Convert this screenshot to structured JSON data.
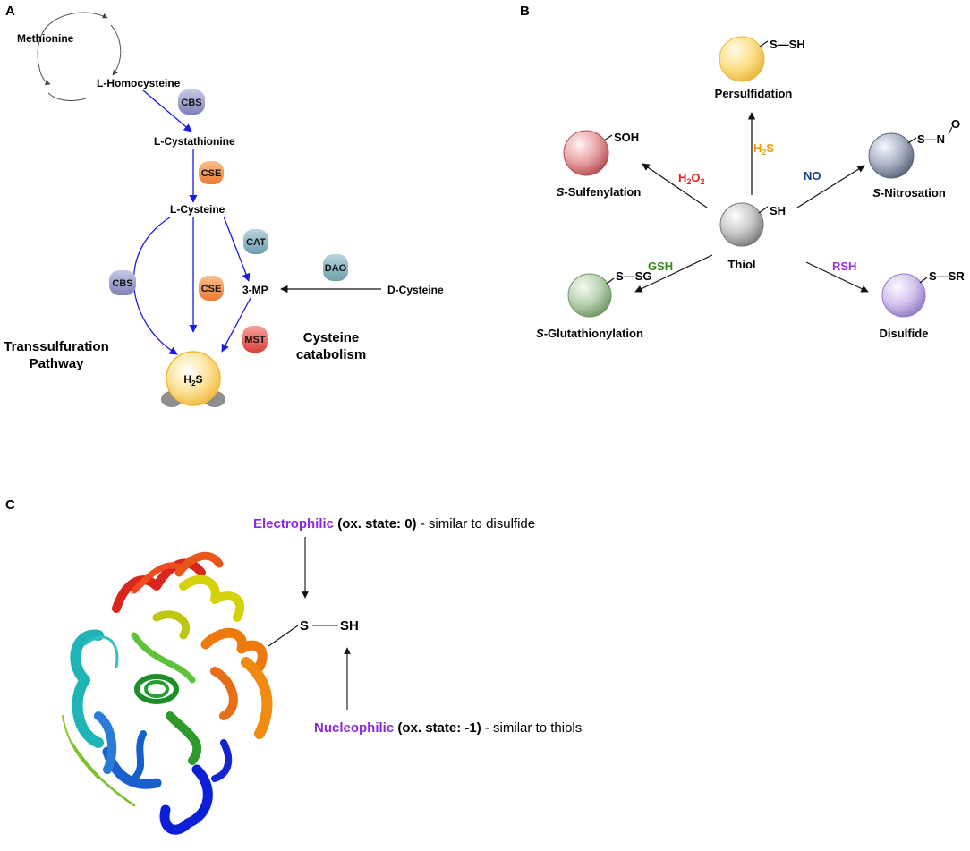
{
  "panel_a": {
    "label": "A",
    "methionine": "Methionine",
    "homocysteine": "L-Homocysteine",
    "cystathionine": "L-Cystathionine",
    "cysteine": "L-Cysteine",
    "mp": "3-MP",
    "d_cysteine": "D-Cysteine",
    "h2s_main": "H",
    "h2s_sub": "2",
    "h2s_end": "S",
    "pathway_line1": "Transsulfuration",
    "pathway_line2": "Pathway",
    "catabolism_line1": "Cysteine",
    "catabolism_line2": "catabolism",
    "enzymes": {
      "cbs_top": "CBS",
      "cse_top": "CSE",
      "cat": "CAT",
      "dao": "DAO",
      "cbs_left": "CBS",
      "cse_mid": "CSE",
      "mst": "MST"
    },
    "colors": {
      "flux_arrow": "#1a1ae6",
      "cbs": "#9a9cc8",
      "cse": "#f39a4e",
      "cat": "#7fb0bf",
      "mst": "#e8605a",
      "h2s": "#f9c948"
    }
  },
  "panel_b": {
    "label": "B",
    "center_label": "Thiol",
    "center_group": "SH",
    "persulfidation": {
      "group": "S—SH",
      "label": "Persulfidation"
    },
    "sulfenylation": {
      "group": "SOH",
      "label_italic": "S",
      "label_rest": "-Sulfenylation"
    },
    "nitrosation": {
      "group": "S—N",
      "oxygen": "O",
      "label_italic": "S",
      "label_rest": "-Nitrosation"
    },
    "glutathionylation": {
      "group": "S—SG",
      "label_italic": "S",
      "label_rest": "-Glutathionylation"
    },
    "disulfide": {
      "group": "S—SR",
      "label": "Disulfide"
    },
    "reagents": {
      "h2s_top": {
        "main": "H",
        "sub": "2",
        "end": "S"
      },
      "h2o2": {
        "main": "H",
        "sub1": "2",
        "mid": "O",
        "sub2": "2"
      },
      "no": "NO",
      "gsh": "GSH",
      "rsh": "RSH"
    },
    "colors": {
      "h2s": "#e8a000",
      "h2o2": "#e62020",
      "no": "#1a3d8f",
      "gsh": "#3a8a1e",
      "rsh": "#9b30e0"
    }
  },
  "panel_c": {
    "label": "C",
    "electrophilic_word": "Electrophilic",
    "electrophilic_state": "(ox. state: 0)",
    "electrophilic_note": " - similar to disulfide",
    "nucleophilic_word": "Nucleophilic",
    "nucleophilic_state": "(ox. state: -1)",
    "nucleophilic_note": " - similar to thiols",
    "sulfur": "S",
    "sulfhydryl": "SH",
    "colors": {
      "highlight": "#8a2be2"
    }
  }
}
